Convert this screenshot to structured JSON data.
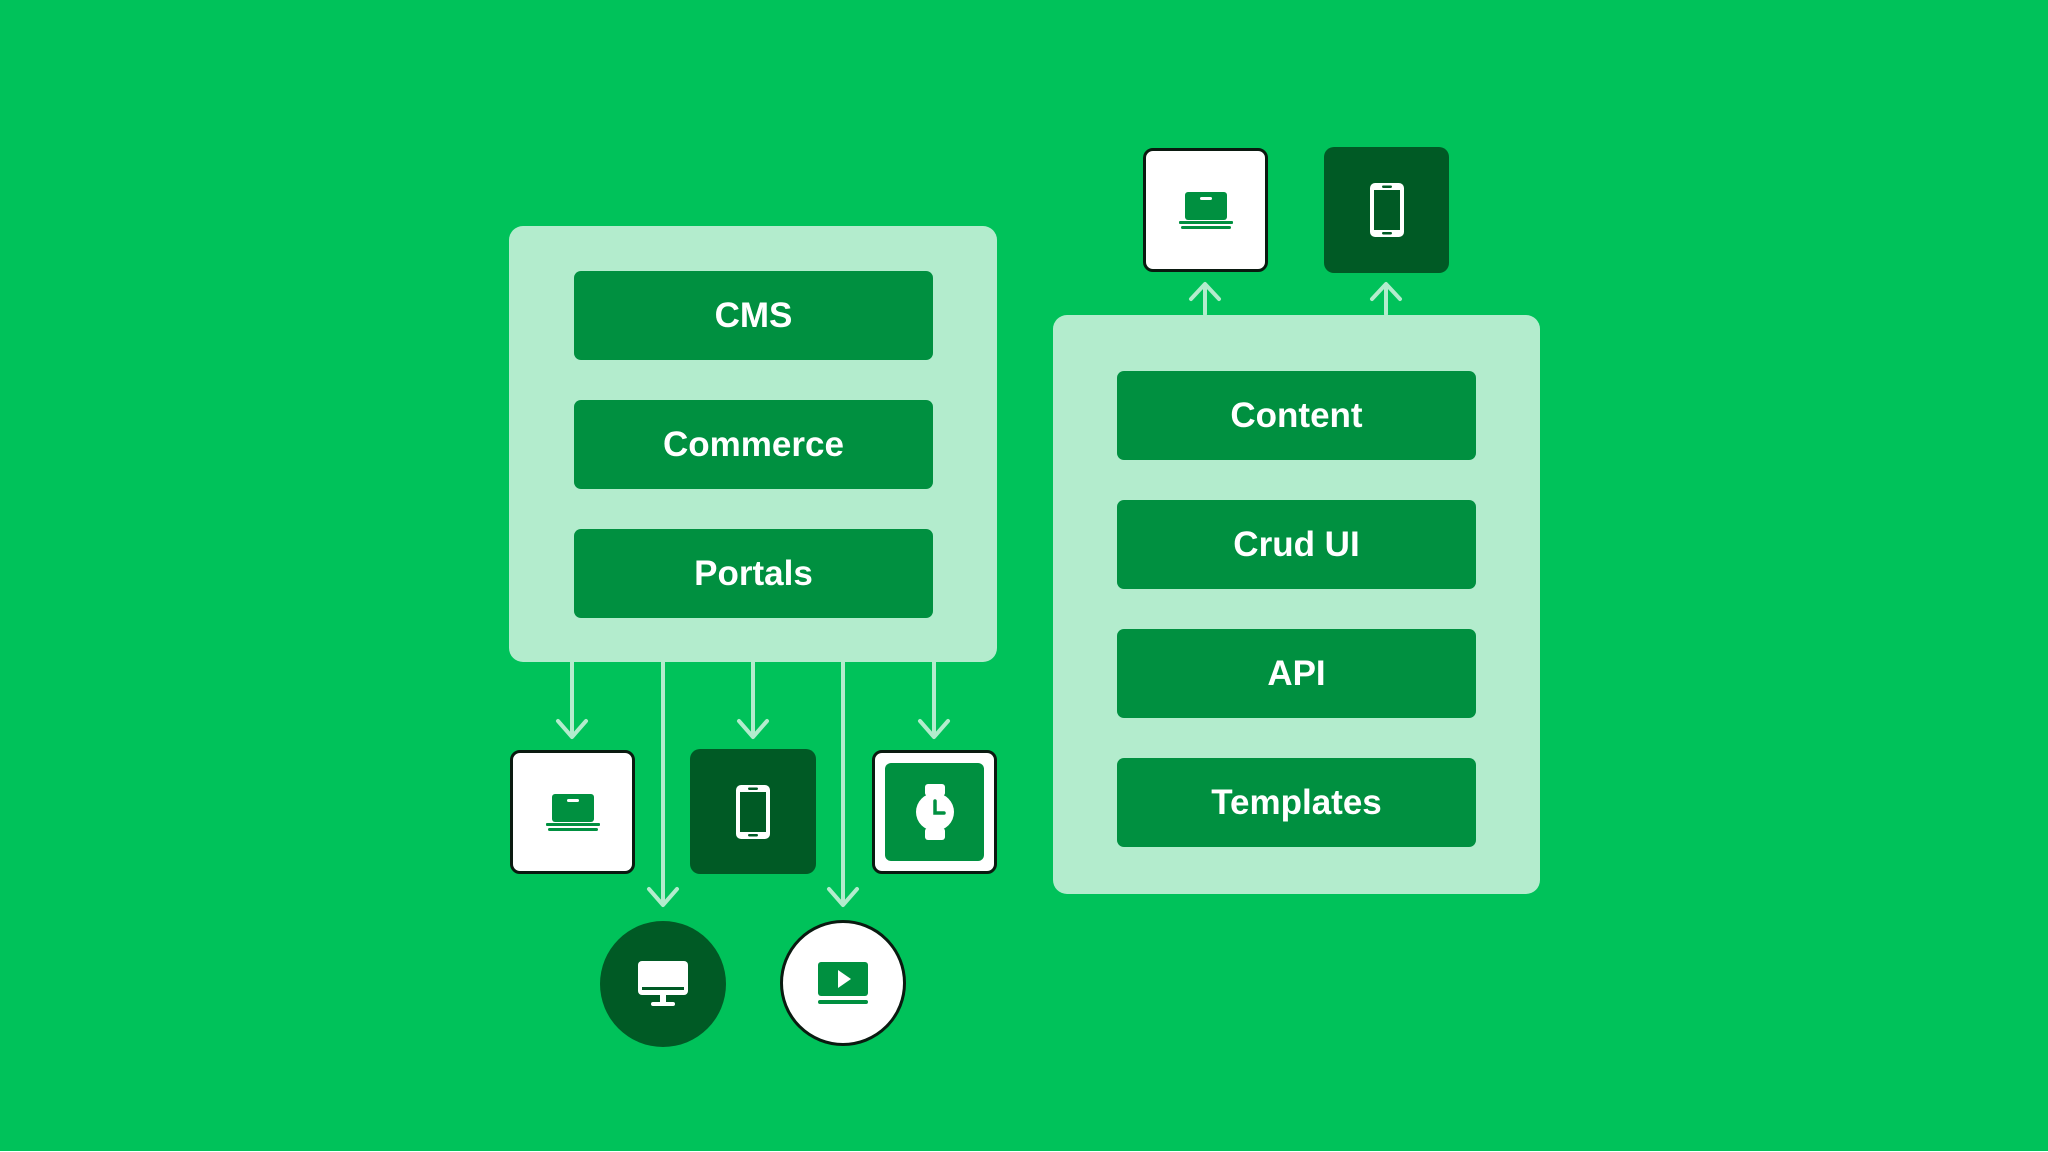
{
  "colors": {
    "background": "#00c25a",
    "panel": "#b3eccd",
    "module": "#009040",
    "dark_tile": "#005a25",
    "light_tile": "#ffffff",
    "arrow": "#b3eccd"
  },
  "left_stack": {
    "modules": [
      {
        "label": "CMS"
      },
      {
        "label": "Commerce"
      },
      {
        "label": "Portals"
      }
    ],
    "channels": [
      {
        "icon": "laptop-icon",
        "style": "light"
      },
      {
        "icon": "desktop-monitor-icon",
        "style": "dark"
      },
      {
        "icon": "smartphone-icon",
        "style": "dark"
      },
      {
        "icon": "video-player-icon",
        "style": "light"
      },
      {
        "icon": "smartwatch-icon",
        "style": "light"
      }
    ]
  },
  "right_stack": {
    "modules": [
      {
        "label": "Content"
      },
      {
        "label": "Crud UI"
      },
      {
        "label": "API"
      },
      {
        "label": "Templates"
      }
    ],
    "channels": [
      {
        "icon": "laptop-icon",
        "style": "light"
      },
      {
        "icon": "smartphone-icon",
        "style": "dark"
      }
    ]
  }
}
